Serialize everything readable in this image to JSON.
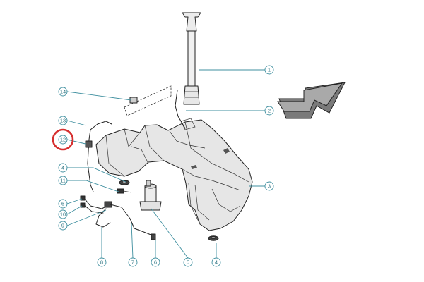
{
  "diagram": {
    "callouts": [
      {
        "id": "c1",
        "label": "1"
      },
      {
        "id": "c2",
        "label": "2"
      },
      {
        "id": "c3",
        "label": "3"
      },
      {
        "id": "c4a",
        "label": "4"
      },
      {
        "id": "c4b",
        "label": "4"
      },
      {
        "id": "c5",
        "label": "5"
      },
      {
        "id": "c6a",
        "label": "6"
      },
      {
        "id": "c6b",
        "label": "6"
      },
      {
        "id": "c7",
        "label": "7"
      },
      {
        "id": "c8",
        "label": "8"
      },
      {
        "id": "c9",
        "label": "9"
      },
      {
        "id": "c10",
        "label": "10"
      },
      {
        "id": "c11",
        "label": "11"
      },
      {
        "id": "c12",
        "label": "12"
      },
      {
        "id": "c13",
        "label": "13"
      },
      {
        "id": "c14",
        "label": "14"
      }
    ],
    "highlight": {
      "target": "12",
      "color": "#d62f2f"
    },
    "colors": {
      "leader": "#3f8f9f",
      "tank_fill": "#e9e9e9",
      "arrow_fill": "#9e9e9e"
    }
  }
}
